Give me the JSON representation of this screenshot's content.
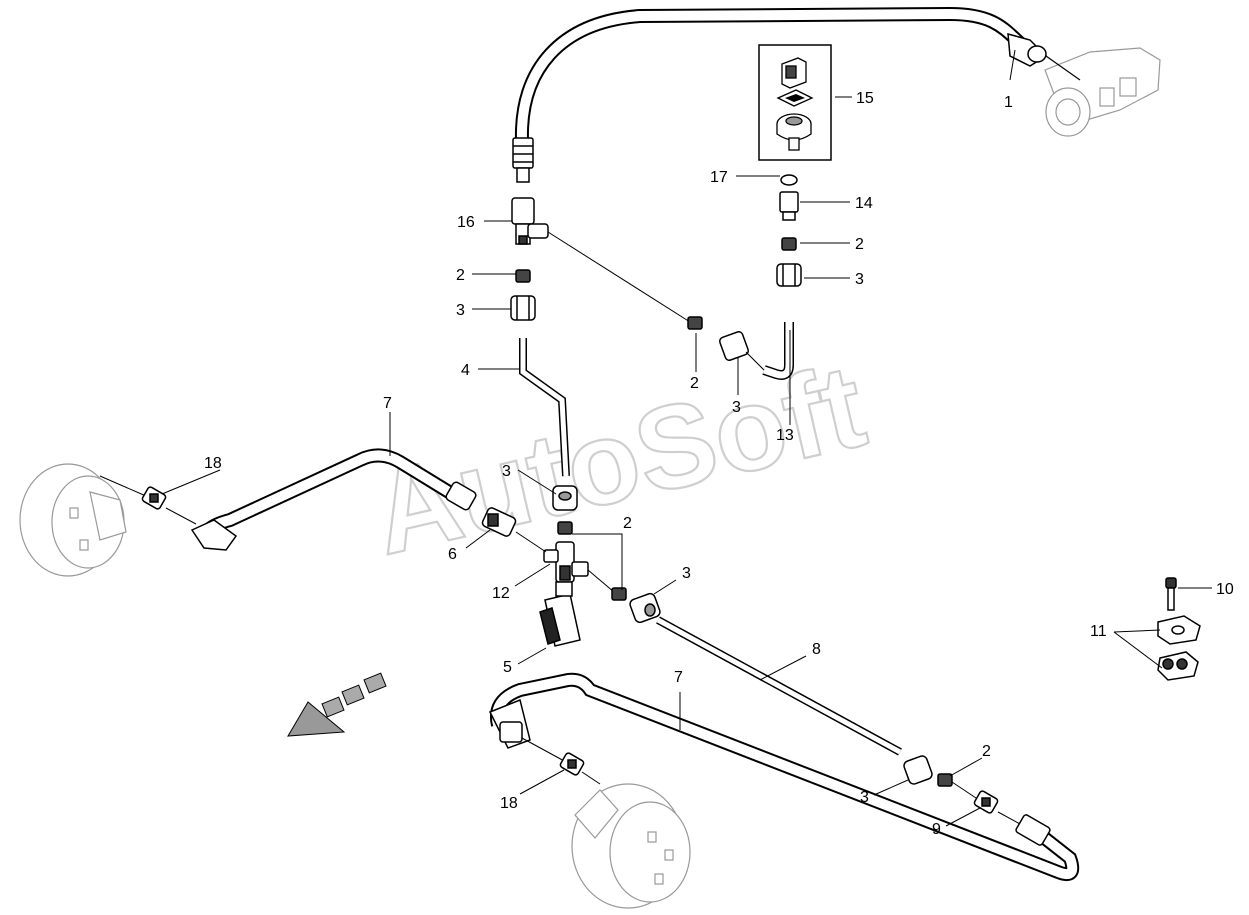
{
  "watermark": "AutoSoft",
  "callouts": [
    "1",
    "2",
    "3",
    "4",
    "5",
    "6",
    "7",
    "8",
    "9",
    "10",
    "11",
    "12",
    "13",
    "14",
    "15",
    "16",
    "17",
    "18"
  ],
  "colors": {
    "line": "#000000",
    "part_fill": "#ffffff",
    "shade": "#7a7a7a",
    "watermark": "#cfcfcf"
  }
}
